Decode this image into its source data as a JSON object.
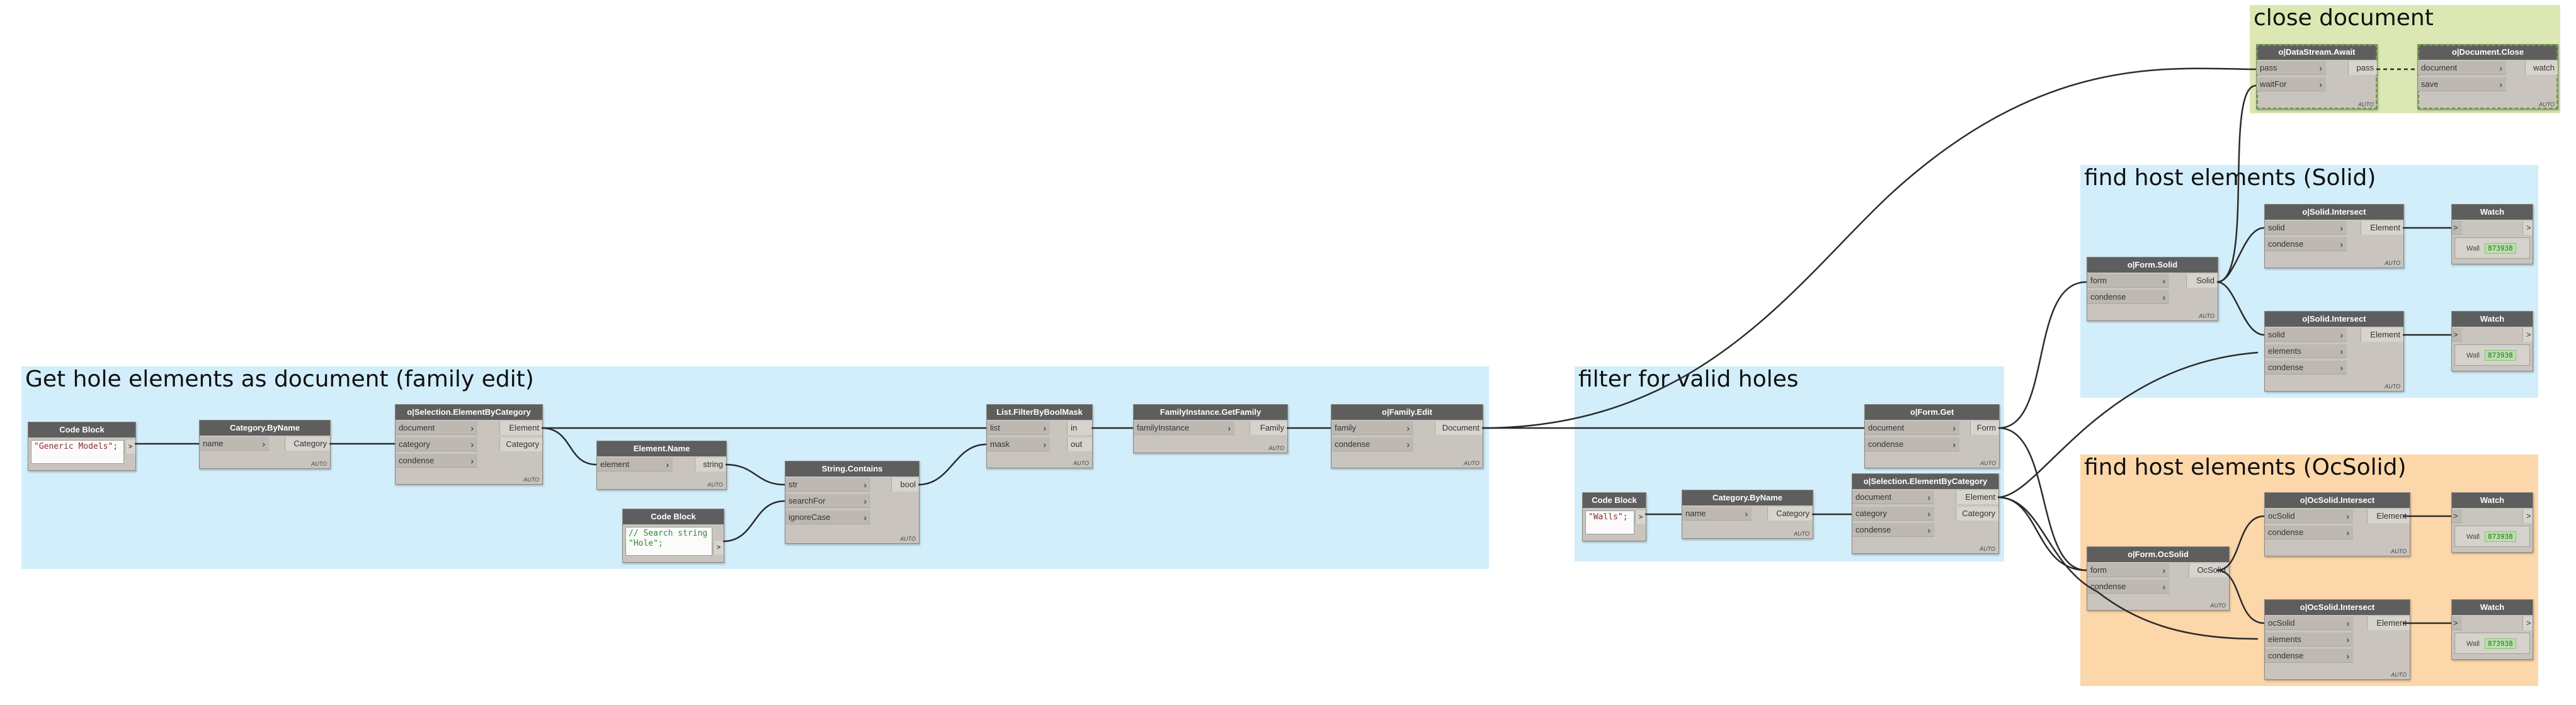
{
  "groups": [
    {
      "title": "Get hole elements as document (family edit)",
      "color": "#d3eefb"
    },
    {
      "title": "filter for valid holes",
      "color": "#d3eefb"
    },
    {
      "title": "find host elements (Solid)",
      "color": "#d3eefb"
    },
    {
      "title": "find host elements (OcSolid)",
      "color": "#fcd7a9"
    },
    {
      "title": "close document",
      "color": "#dbe8b4"
    }
  ],
  "nodes": {
    "cb1": {
      "title": "Code Block",
      "code": "\"Generic Models\";",
      "out": ">"
    },
    "cat1": {
      "title": "Category.ByName",
      "inputs": [
        "name"
      ],
      "outputs": [
        "Category"
      ],
      "lacing": "AUTO"
    },
    "sel1": {
      "title": "ο|Selection.ElementByCategory",
      "inputs": [
        "document",
        "category",
        "condense"
      ],
      "outputs": [
        "Element",
        "Category"
      ],
      "lacing": "AUTO"
    },
    "en": {
      "title": "Element.Name",
      "inputs": [
        "element"
      ],
      "outputs": [
        "string"
      ],
      "lacing": "AUTO"
    },
    "cb2": {
      "title": "Code Block",
      "code": "// Search string\n\"Hole\";",
      "out": ">"
    },
    "sc": {
      "title": "String.Contains",
      "inputs": [
        "str",
        "searchFor",
        "ignoreCase"
      ],
      "outputs": [
        "bool"
      ],
      "lacing": "AUTO"
    },
    "fbm": {
      "title": "List.FilterByBoolMask",
      "inputs": [
        "list",
        "mask"
      ],
      "outputs": [
        "in",
        "out"
      ],
      "lacing": "AUTO"
    },
    "fgf": {
      "title": "FamilyInstance.GetFamily",
      "inputs": [
        "familyInstance"
      ],
      "outputs": [
        "Family"
      ],
      "lacing": "AUTO"
    },
    "fedit": {
      "title": "ο|Family.Edit",
      "inputs": [
        "family",
        "condense"
      ],
      "outputs": [
        "Document"
      ],
      "lacing": "AUTO"
    },
    "cb3": {
      "title": "Code Block",
      "code": "\"Walls\";",
      "out": ">"
    },
    "cat2": {
      "title": "Category.ByName",
      "inputs": [
        "name"
      ],
      "outputs": [
        "Category"
      ],
      "lacing": "AUTO"
    },
    "sel2": {
      "title": "ο|Selection.ElementByCategory",
      "inputs": [
        "document",
        "category",
        "condense"
      ],
      "outputs": [
        "Element",
        "Category"
      ],
      "lacing": "AUTO"
    },
    "fget": {
      "title": "ο|Form.Get",
      "inputs": [
        "document",
        "condense"
      ],
      "outputs": [
        "Form"
      ],
      "lacing": "AUTO"
    },
    "fsolid": {
      "title": "ο|Form.Solid",
      "inputs": [
        "form",
        "condense"
      ],
      "outputs": [
        "Solid"
      ],
      "lacing": "AUTO"
    },
    "si1": {
      "title": "ο|Solid.Intersect",
      "inputs": [
        "solid",
        "condense"
      ],
      "outputs": [
        "Element"
      ],
      "lacing": "AUTO"
    },
    "si2": {
      "title": "ο|Solid.Intersect",
      "inputs": [
        "solid",
        "elements",
        "condense"
      ],
      "outputs": [
        "Element"
      ],
      "lacing": "AUTO"
    },
    "w1": {
      "title": "Watch",
      "item": "Wall",
      "value": "873938"
    },
    "w2": {
      "title": "Watch",
      "item": "Wall",
      "value": "873938"
    },
    "focs": {
      "title": "ο|Form.OcSolid",
      "inputs": [
        "form",
        "condense"
      ],
      "outputs": [
        "OcSolid"
      ],
      "lacing": "AUTO"
    },
    "oi1": {
      "title": "ο|OcSolid.Intersect",
      "inputs": [
        "ocSolid",
        "condense"
      ],
      "outputs": [
        "Element"
      ],
      "lacing": "AUTO"
    },
    "oi2": {
      "title": "ο|OcSolid.Intersect",
      "inputs": [
        "ocSolid",
        "elements",
        "condense"
      ],
      "outputs": [
        "Element"
      ],
      "lacing": "AUTO"
    },
    "w3": {
      "title": "Watch",
      "item": "Wall",
      "value": "873938"
    },
    "w4": {
      "title": "Watch",
      "item": "Wall",
      "value": "873938"
    },
    "dsa": {
      "title": "ο|DataStream.Await",
      "inputs": [
        "pass",
        "waitFor"
      ],
      "outputs": [
        "pass"
      ],
      "lacing": "AUTO"
    },
    "dc": {
      "title": "ο|Document.Close",
      "inputs": [
        "document",
        "save"
      ],
      "outputs": [
        "watch"
      ],
      "lacing": "AUTO"
    }
  }
}
